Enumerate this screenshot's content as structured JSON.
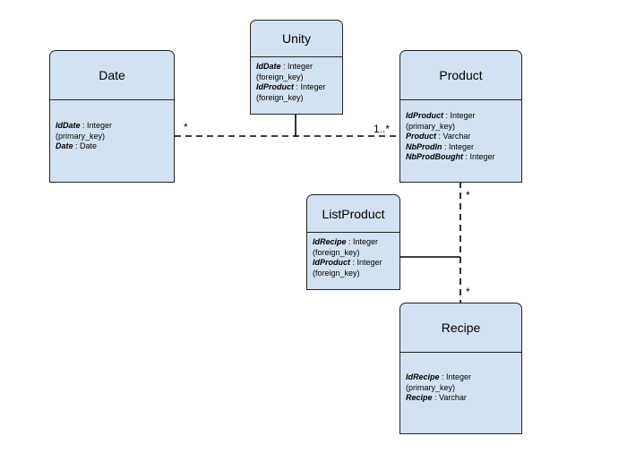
{
  "entities": {
    "date": {
      "name": "Date",
      "attributes": [
        {
          "name": "IdDate",
          "type": " : Integer"
        },
        {
          "text": "(primary_key)"
        },
        {
          "name": "Date",
          "type": " : Date"
        }
      ]
    },
    "unity": {
      "name": "Unity",
      "attributes": [
        {
          "name": "IdDate",
          "type": " : Integer"
        },
        {
          "text": "(foreign_key)"
        },
        {
          "name": "IdProduct",
          "type": " : Integer"
        },
        {
          "text": "(foreign_key)"
        }
      ]
    },
    "product": {
      "name": "Product",
      "attributes": [
        {
          "name": "IdProduct",
          "type": " : Integer"
        },
        {
          "text": "(primary_key)"
        },
        {
          "name": "Product",
          "type": " : Varchar"
        },
        {
          "name": "NbProdIn",
          "type": " : Integer"
        },
        {
          "name": "NbProdBought",
          "type": " : Integer"
        }
      ]
    },
    "listproduct": {
      "name": "ListProduct",
      "attributes": [
        {
          "name": "IdRecipe",
          "type": " : Integer"
        },
        {
          "text": "(foreign_key)"
        },
        {
          "name": "IdProduct",
          "type": " : Integer"
        },
        {
          "text": "(foreign_key)"
        }
      ]
    },
    "recipe": {
      "name": "Recipe",
      "attributes": [
        {
          "name": "IdRecipe",
          "type": " : Integer"
        },
        {
          "text": "(primary_key)"
        },
        {
          "name": "Recipe",
          "type": " : Varchar"
        }
      ]
    }
  },
  "multiplicities": {
    "date_side": "*",
    "product_side": "1..*",
    "product_bottom": "*",
    "recipe_top": "*"
  }
}
